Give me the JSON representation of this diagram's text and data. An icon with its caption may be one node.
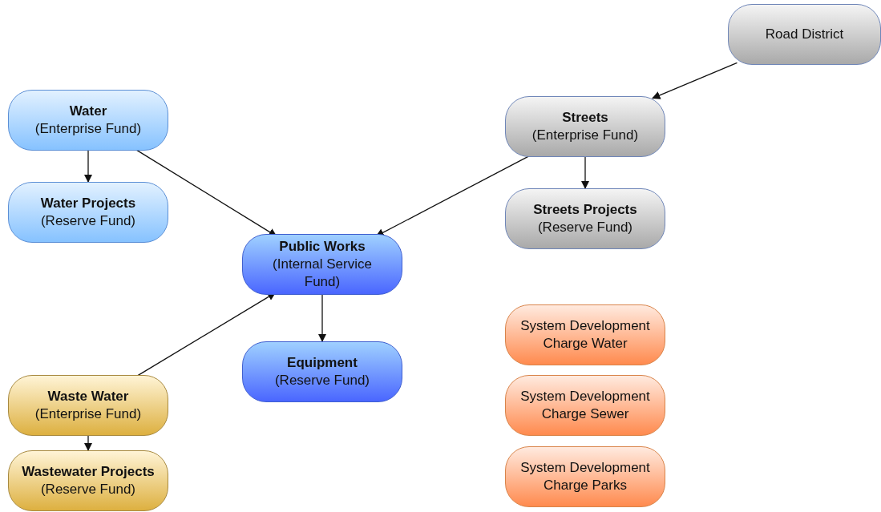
{
  "diagram": {
    "nodes": [
      {
        "text": [
          "Road District"
        ]
      },
      {
        "text": [
          "Water",
          "(Enterprise Fund)"
        ]
      },
      {
        "text": [
          "Streets",
          "(Enterprise Fund)"
        ]
      },
      {
        "text": [
          "Water Projects",
          "(Reserve Fund)"
        ]
      },
      {
        "text": [
          "Streets Projects",
          "(Reserve Fund)"
        ]
      },
      {
        "text": [
          "Public Works",
          "(Internal Service Fund)"
        ]
      },
      {
        "text": [
          "System Development Charge Water"
        ]
      },
      {
        "text": [
          "Equipment",
          "(Reserve Fund)"
        ]
      },
      {
        "text": [
          "Waste Water",
          "(Enterprise Fund)"
        ]
      },
      {
        "text": [
          "System Development Charge Sewer"
        ]
      },
      {
        "text": [
          "Wastewater Projects",
          "(Reserve Fund)"
        ]
      },
      {
        "text": [
          "System Development Charge Parks"
        ]
      }
    ],
    "edges": [
      {
        "from": 0,
        "to": 2,
        "arrow": "to"
      },
      {
        "from": 1,
        "to": 3,
        "arrow": "to"
      },
      {
        "from": 1,
        "to": 5,
        "arrow": "to"
      },
      {
        "from": 2,
        "to": 4,
        "arrow": "to"
      },
      {
        "from": 2,
        "to": 5,
        "arrow": "to"
      },
      {
        "from": 5,
        "to": 7,
        "arrow": "to"
      },
      {
        "from": 8,
        "to": 5,
        "arrow": "to"
      },
      {
        "from": 8,
        "to": 10,
        "arrow": "to"
      }
    ]
  }
}
